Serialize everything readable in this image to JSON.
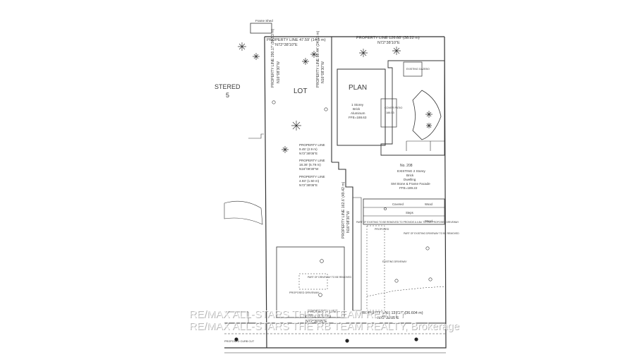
{
  "plan": {
    "top_left_street_label": "Frame Shed",
    "left_lot_label": "STERED",
    "left_lot_number": "5",
    "lot_label": "LOT",
    "plan_label": "PLAN",
    "prop_line_top_left": "PROPERTY LINE 47.59' (14.5 m)",
    "prop_line_top_left_bearing": "N72°38'10\"E",
    "prop_line_top_right": "PROPERTY LINE 126.68' (38.22 m)",
    "prop_line_top_right_bearing": "N72°38'10\"E",
    "prop_line_west": "PROPERTY LINE 290.17' (98.53 m)",
    "prop_line_west_bearing": "N16°08'30\"W",
    "prop_line_mid": "PROPERTY LINE 80.44' (24.51 m)",
    "prop_line_mid_bearing": "N16°08'30\"W",
    "prop_line_east": "PROPERTY LINE 162.6' (49.42 m)",
    "prop_line_east_bearing": "N16°08'30\"W",
    "jog_1": "PROPERTY LINE",
    "jog_1_dim": "9.45' (2.9 m)",
    "jog_1_bearing": "N72°38'05\"E",
    "jog_2": "PROPERTY LINE",
    "jog_2_dim": "18.36' (5.79 m)",
    "jog_2_bearing": "N16°08'30\"W",
    "jog_3": "PROPERTY LINE",
    "jog_3_dim": "4.93' (1.50 m)",
    "jog_3_bearing": "N72°38'05\"E",
    "house_1_lines": [
      "1 Storey",
      "Brick",
      "Aluminum",
      "FFE=188.63"
    ],
    "house_2_label": "EXISTING GAZEBO",
    "patio_label": "COVER PATIO",
    "patio_value": "188.53",
    "house_no": "No. 208",
    "house_desc": [
      "EXISTING 2 Storey",
      "Brick",
      "Dwelling",
      "SM Stone & Frame Facade",
      "FFE=189.22"
    ],
    "driveway_note_1": "PART OF EXISTING TO BE REMOVED TO PROVIDE A 4.8m TO THE PROPOSED DRIVEWAY",
    "driveway_note_2": "PART OF EXISTING DRIVEWAY TO BE REMOVED",
    "proposed_label_1": "PROPOSED",
    "proposed_label_2": "PROPOSED DRIVEWAY",
    "part_of_driveway": "PART OF DRIVEWAY TO BE REMOVED",
    "existing_note": "EXISTING DRIVEWAY",
    "row_labels": [
      "Covered",
      "Wood",
      "Steps",
      "Wood"
    ],
    "prop_line_bottom_left": "PROPERTY LINE",
    "prop_line_bottom_left_dim": "56.00' (17.07 m)",
    "prop_line_bottom_left_bearing": "N72°30'05\"E",
    "prop_line_bottom_right": "PROPERTY LINE 130.27' (36.604 m)",
    "prop_line_bottom_right_bearing": "N72°38'05\"E",
    "curb_label": "PROPOSED CURB CUT"
  },
  "watermark": {
    "line_1": "RE/MAX ALL-STARS THE RB TEAM REALTY",
    "line_2": "RE/MAX ALL-STARS THE RB TEAM REALTY, Brokerage"
  }
}
